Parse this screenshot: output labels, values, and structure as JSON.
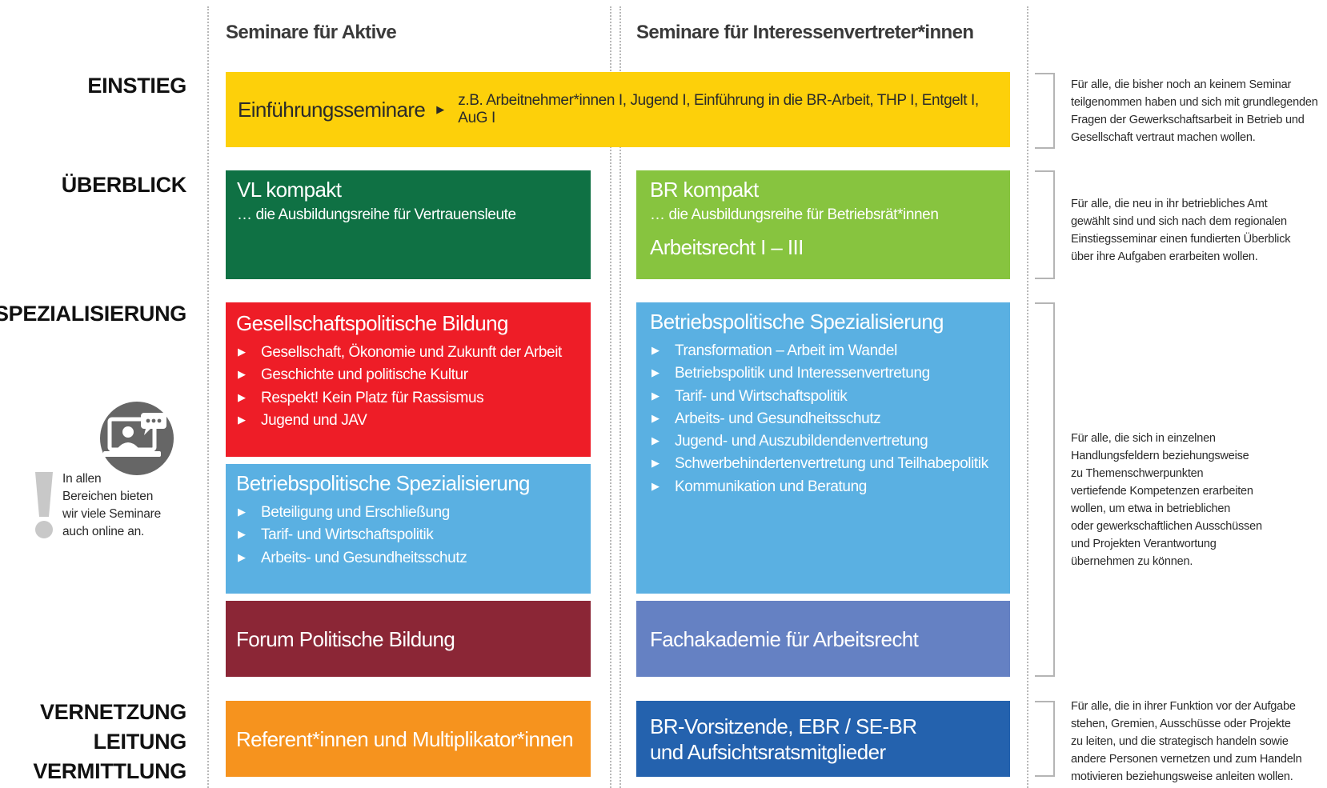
{
  "columns": {
    "aktive": "Seminare für Aktive",
    "interessenvertreter": "Seminare für Interessenvertreter*innen"
  },
  "levels": {
    "einstieg": "EINSTIEG",
    "ueberblick": "ÜBERBLICK",
    "spezialisierung": "SPEZIALISIERUNG",
    "vernetzung": [
      "VERNETZUNG",
      "LEITUNG",
      "VERMITTLUNG"
    ]
  },
  "einfuehrung": {
    "title": "Einführungsseminare",
    "detail": "z.B. Arbeitnehmer*innen I, Jugend I, Einführung in die BR-Arbeit, THP I, Entgelt I, AuG I"
  },
  "vl_kompakt": {
    "title": "VL kompakt",
    "subtitle": "… die Ausbildungsreihe für Vertrauensleute"
  },
  "br_kompakt": {
    "title": "BR kompakt",
    "subtitle": "… die Ausbildungsreihe für Betriebsrät*innen",
    "extra": "Arbeitsrecht I – III"
  },
  "gesellschaftspolitisch": {
    "title": "Gesellschaftspolitische Bildung",
    "items": [
      "Gesellschaft, Ökonomie und Zukunft der Arbeit",
      "Geschichte und politische Kultur",
      "Respekt! Kein Platz für Rassismus",
      "Jugend und JAV"
    ]
  },
  "betriebspolitisch_aktive": {
    "title": "Betriebspolitische Spezialisierung",
    "items": [
      "Beteiligung und Erschließung",
      "Tarif- und Wirtschaftspolitik",
      "Arbeits- und Gesundheitsschutz"
    ]
  },
  "betriebspolitisch_iv": {
    "title": "Betriebspolitische Spezialisierung",
    "items": [
      "Transformation – Arbeit im Wandel",
      "Betriebspolitik und Interessenvertretung",
      "Tarif- und Wirtschaftspolitik",
      "Arbeits- und Gesundheitsschutz",
      "Jugend- und Auszubildendenvertretung",
      "Schwerbehindertenvertretung und Teilhabepolitik",
      "Kommunikation und Beratung"
    ]
  },
  "forum": {
    "title": "Forum Politische Bildung"
  },
  "fachakademie": {
    "title": "Fachakademie für Arbeitsrecht"
  },
  "referenten": {
    "title": "Referent*innen und Multiplikator*innen"
  },
  "br_vorsitzende": {
    "line1": "BR-Vorsitzende, EBR / SE-BR",
    "line2": "und Aufsichtsratsmitglieder"
  },
  "notes": {
    "einstieg": [
      "Für alle, die bisher noch an keinem Seminar",
      "teilgenommen haben und sich mit grundlegenden",
      "Fragen der Gewerkschaftsarbeit in Betrieb und",
      "Gesellschaft vertraut machen wollen."
    ],
    "ueberblick": [
      "Für alle, die neu in ihr betriebliches Amt",
      "gewählt sind und sich nach dem regionalen",
      "Einstiegsseminar einen fundierten Überblick",
      "über ihre Aufgaben erarbeiten wollen."
    ],
    "spezialisierung": [
      "Für alle, die sich in einzelnen",
      "Handlungsfeldern beziehungsweise",
      "zu Themenschwerpunkten",
      "vertiefende Kompetenzen erarbeiten",
      "wollen, um etwa in betrieblichen",
      "oder gewerkschaftlichen Ausschüssen",
      "und Projekten Verantwortung",
      "übernehmen zu können."
    ],
    "vernetzung": [
      "Für alle, die in ihrer Funktion vor der Aufgabe",
      "stehen, Gremien, Ausschüsse oder Projekte",
      "zu leiten, und die strategisch handeln sowie",
      "andere Personen vernetzen und zum Handeln",
      "motivieren beziehungsweise anleiten wollen."
    ]
  },
  "online_note": [
    "In allen",
    "Bereichen bieten",
    "wir viele Seminare",
    "auch online an."
  ],
  "icons": {
    "online": "online-seminar-icon",
    "exclamation": "exclamation-icon",
    "arrow": "triangle-bullet-icon"
  },
  "colors": {
    "einfuehrung": "#fdd00a",
    "vl_kompakt": "#0f7144",
    "br_kompakt": "#87c43f",
    "gesellschaftspolitisch": "#ee1d27",
    "betriebspolitisch": "#5ab0e2",
    "forum": "#8b2636",
    "fachakademie": "#6581c3",
    "referenten": "#f6931e",
    "br_vorsitzende": "#2462ae"
  }
}
